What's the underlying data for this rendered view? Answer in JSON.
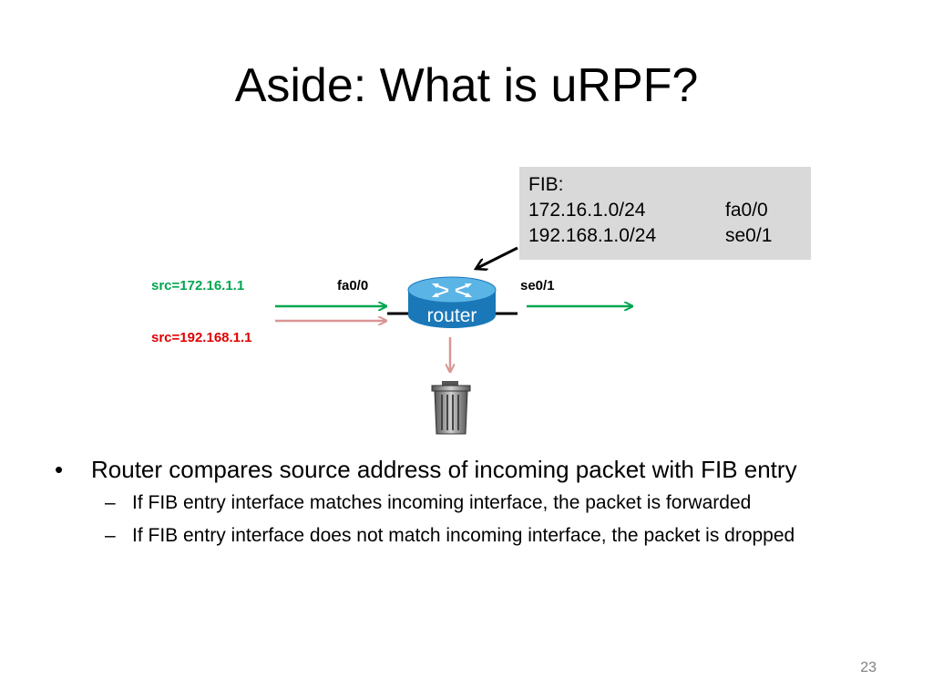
{
  "slide": {
    "title": "Aside: What is uRPF?",
    "page_number": "23"
  },
  "fib": {
    "heading": "FIB:",
    "entries": [
      {
        "prefix": "172.16.1.0/24",
        "interface": "fa0/0"
      },
      {
        "prefix": "192.168.1.0/24",
        "interface": "se0/1"
      }
    ]
  },
  "diagram": {
    "src_green": "src=172.16.1.1",
    "src_red": "src=192.168.1.1",
    "iface_in": "fa0/0",
    "iface_out": "se0/1",
    "router_label": "router",
    "colors": {
      "forwarded": "#00a650",
      "dropped": "#d99694",
      "router": "#1e8fd0"
    }
  },
  "bullets": [
    {
      "text": "Router compares source address of incoming packet with FIB entry",
      "sub": [
        "If FIB entry interface matches incoming interface, the packet is forwarded",
        "If FIB entry interface does not match incoming interface, the packet is dropped"
      ]
    }
  ]
}
